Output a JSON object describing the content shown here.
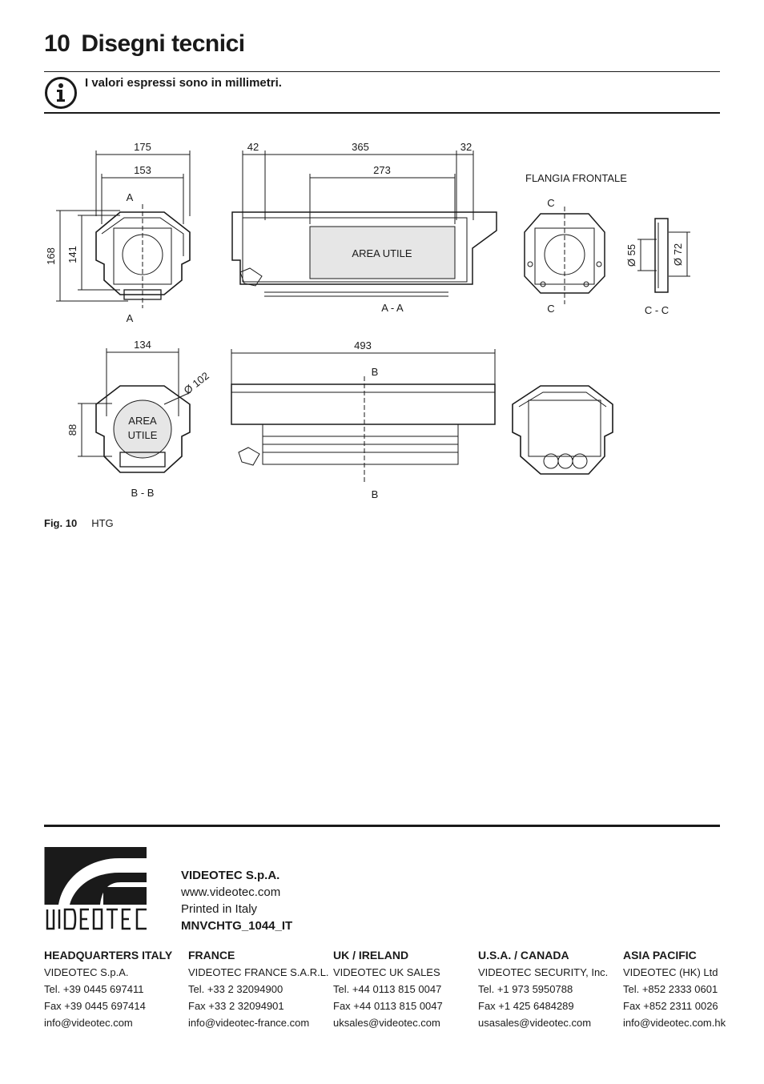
{
  "header": {
    "section_number": "10",
    "section_title": "Disegni tecnici"
  },
  "note": {
    "icon": "info-icon",
    "text": "I valori espressi sono in millimetri."
  },
  "drawing": {
    "dims": {
      "front_width": "175",
      "front_inner_width": "153",
      "front_height": "168",
      "front_inner_height": "141",
      "side_left": "42",
      "side_mid": "365",
      "side_right": "32",
      "side_inner": "273",
      "bb_width": "134",
      "bb_height": "88",
      "bb_diameter": "Ø 102",
      "bottom_length": "493",
      "flange_d55": "Ø 55",
      "flange_d72": "Ø 72"
    },
    "labels": {
      "section_a_top": "A",
      "section_a_bottom": "A",
      "area_utile": "AREA UTILE",
      "section_aa": "A - A",
      "flangia_frontale": "FLANGIA FRONTALE",
      "section_c_top": "C",
      "section_c_bottom": "C",
      "section_cc": "C - C",
      "area_utile_line1": "AREA",
      "area_utile_line2": "UTILE",
      "section_bb": "B - B",
      "section_b_top": "B",
      "section_b_bottom": "B"
    }
  },
  "figure": {
    "label": "Fig. 10",
    "caption": "HTG"
  },
  "footer": {
    "logo_text": "VIDEOTEC",
    "company": "VIDEOTEC S.p.A.",
    "website": "www.videotec.com",
    "printed": "Printed in Italy",
    "doc_code": "MNVCHTG_1044_IT",
    "offices": [
      {
        "heading": "HEADQUARTERS ITALY",
        "name": "VIDEOTEC S.p.A.",
        "tel": "Tel. +39 0445 697411",
        "fax": "Fax +39 0445 697414",
        "email": "info@videotec.com"
      },
      {
        "heading": "FRANCE",
        "name": "VIDEOTEC FRANCE S.A.R.L.",
        "tel": "Tel. +33 2 32094900",
        "fax": "Fax +33 2 32094901",
        "email": "info@videotec-france.com"
      },
      {
        "heading": "UK / IRELAND",
        "name": "VIDEOTEC UK SALES",
        "tel": "Tel. +44 0113 815 0047",
        "fax": "Fax +44 0113 815 0047",
        "email": "uksales@videotec.com"
      },
      {
        "heading": "U.S.A. / CANADA",
        "name": "VIDEOTEC SECURITY, Inc.",
        "tel": "Tel. +1 973 5950788",
        "fax": "Fax +1 425 6484289",
        "email": "usasales@videotec.com"
      },
      {
        "heading": "ASIA PACIFIC",
        "name": "VIDEOTEC (HK) Ltd",
        "tel": "Tel. +852 2333 0601",
        "fax": "Fax +852 2311 0026",
        "email": "info@videotec.com.hk"
      }
    ]
  }
}
